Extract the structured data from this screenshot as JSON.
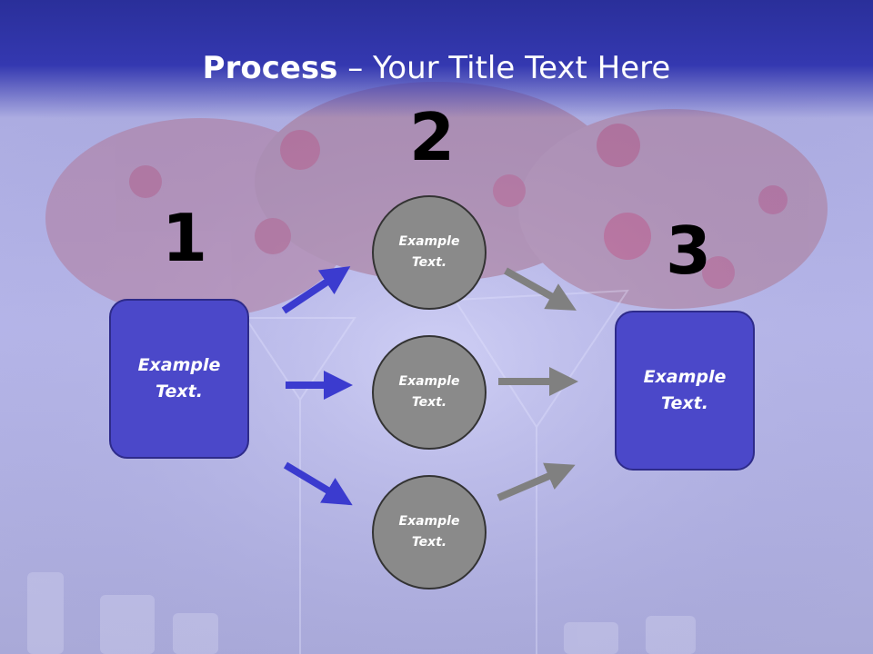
{
  "title": {
    "bold": "Process",
    "dash": " – ",
    "rest": "Your Title Text Here"
  },
  "steps": {
    "n1": "1",
    "n2": "2",
    "n3": "3"
  },
  "left_box": {
    "label": "Example\nText."
  },
  "right_box": {
    "label": "Example\nText."
  },
  "circles": [
    {
      "label": "Example\nText."
    },
    {
      "label": "Example\nText."
    },
    {
      "label": "Example\nText."
    }
  ],
  "colors": {
    "blue_arrow": "#3b3bcf",
    "gray_arrow": "#808080",
    "box": "#4b48c9",
    "circle": "#8a8a8a"
  }
}
